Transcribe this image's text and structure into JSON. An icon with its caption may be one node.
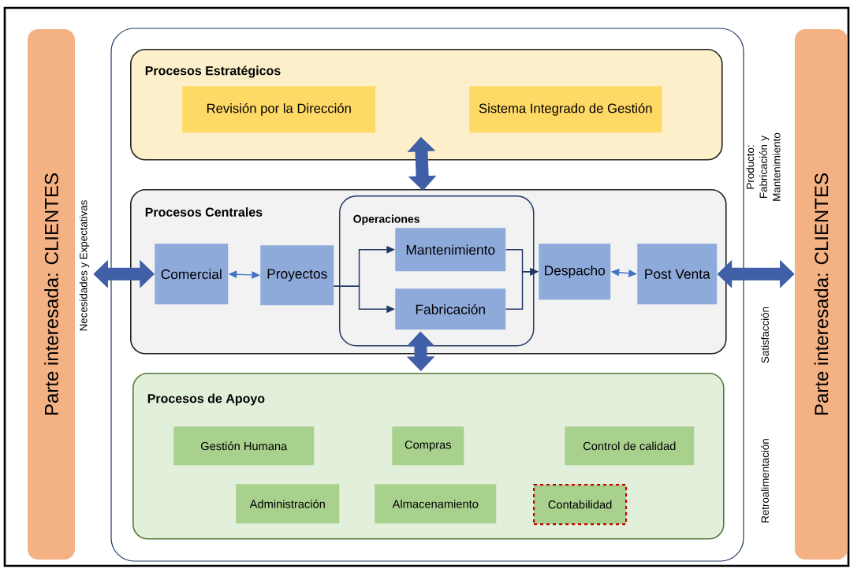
{
  "diagram": {
    "nodes": [
      {
        "text": [
          "Parte interesada: CLIENTES"
        ]
      },
      {
        "text": [
          "Procesos Estratégicos"
        ]
      },
      {
        "text": [
          "Revisión por la Dirección"
        ],
        "in": 1
      },
      {
        "text": [
          "Sistema Integrado de Gestión"
        ],
        "in": 1
      },
      {
        "text": [
          "Procesos Centrales"
        ]
      },
      {
        "text": [
          "Comercial"
        ],
        "in": 4
      },
      {
        "text": [
          "Proyectos"
        ],
        "in": 4
      },
      {
        "text": [
          "Operaciones"
        ],
        "in": 4
      },
      {
        "text": [
          "Mantenimiento"
        ],
        "in": 7
      },
      {
        "text": [
          "Fabricación"
        ],
        "in": 7
      },
      {
        "text": [
          "Despacho"
        ],
        "in": 4
      },
      {
        "text": [
          "Post Venta"
        ],
        "in": 4
      },
      {
        "text": [
          "Procesos de Apoyo"
        ]
      },
      {
        "text": [
          "Gestión Humana"
        ],
        "in": 12
      },
      {
        "text": [
          "Compras"
        ],
        "in": 12
      },
      {
        "text": [
          "Control de calidad"
        ],
        "in": 12
      },
      {
        "text": [
          "Administración"
        ],
        "in": 12
      },
      {
        "text": [
          "Almacenamiento"
        ],
        "in": 12
      },
      {
        "text": [
          "Contabilidad"
        ],
        "in": 12
      },
      {
        "text": [
          "Parte interesada: CLIENTES"
        ]
      }
    ],
    "edges": [
      {
        "from": 0,
        "to": 5,
        "arrow": "both",
        "style": "thick",
        "color": "#3f5fa6"
      },
      {
        "from": 5,
        "to": 6,
        "arrow": "both",
        "color": "#4472c4"
      },
      {
        "from": 6,
        "to": 8,
        "arrow": "to"
      },
      {
        "from": 6,
        "to": 9,
        "arrow": "to"
      },
      {
        "from": 8,
        "to": 10,
        "arrow": "to"
      },
      {
        "from": 9,
        "to": 10,
        "arrow": "to"
      },
      {
        "from": 10,
        "to": 11,
        "arrow": "both",
        "color": "#4472c4"
      },
      {
        "from": 11,
        "to": 19,
        "arrow": "both",
        "style": "thick",
        "color": "#3f5fa6"
      },
      {
        "from": 1,
        "to": 4,
        "arrow": "both",
        "style": "thick",
        "color": "#3f5fa6"
      },
      {
        "from": 9,
        "to": 12,
        "arrow": "both",
        "style": "thick",
        "color": "#3f5fa6"
      }
    ],
    "labels": [
      "Necesidades y Expectativas",
      "Producto: Fabricación y Mantenimiento",
      "Satisfacción",
      "Retroalimentación"
    ]
  }
}
